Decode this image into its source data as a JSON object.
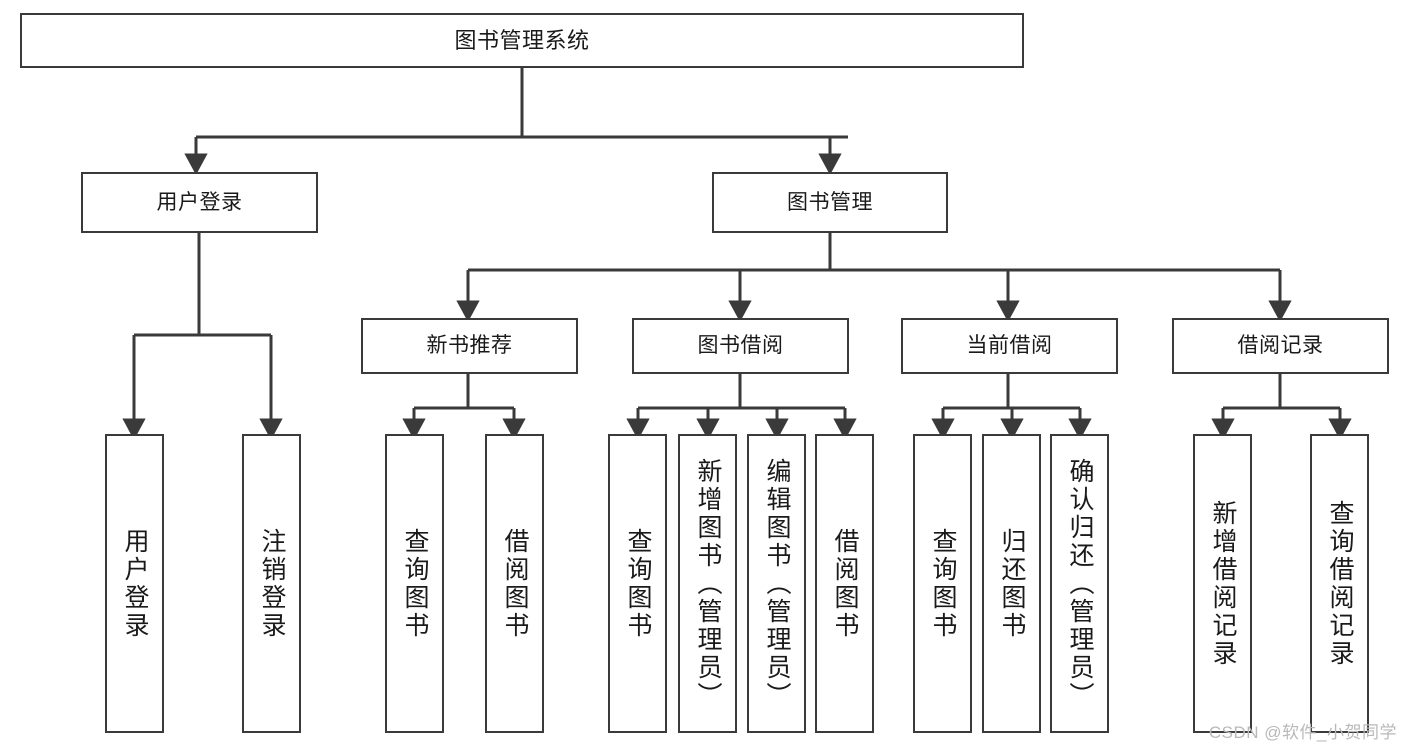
{
  "diagram": {
    "title": "图书管理系统",
    "watermark": "CSDN @软件_小贺同学",
    "colors": {
      "stroke": "#3a3a3a",
      "fill": "#ffffff",
      "text": "#1a1a1a",
      "watermark": "#b9b9b9"
    },
    "nodes": {
      "root": {
        "label": "图书管理系统"
      },
      "level1": [
        {
          "id": "user-login",
          "label": "用户登录"
        },
        {
          "id": "book-manage",
          "label": "图书管理"
        }
      ],
      "level2": [
        {
          "id": "new-book-recommend",
          "label": "新书推荐"
        },
        {
          "id": "book-borrow",
          "label": "图书借阅"
        },
        {
          "id": "current-borrow",
          "label": "当前借阅"
        },
        {
          "id": "borrow-record",
          "label": "借阅记录"
        }
      ],
      "leaves": {
        "user-login": [
          {
            "id": "leaf-user-login",
            "label": "用户登录"
          },
          {
            "id": "leaf-logout-login",
            "label": "注销登录"
          }
        ],
        "new-book-recommend": [
          {
            "id": "leaf-query-book-1",
            "label": "查询图书"
          },
          {
            "id": "leaf-borrow-book-1",
            "label": "借阅图书"
          }
        ],
        "book-borrow": [
          {
            "id": "leaf-query-book-2",
            "label": "查询图书"
          },
          {
            "id": "leaf-add-book",
            "label": "新增图书（管理员）"
          },
          {
            "id": "leaf-edit-book",
            "label": "编辑图书（管理员）"
          },
          {
            "id": "leaf-borrow-book-2",
            "label": "借阅图书"
          }
        ],
        "current-borrow": [
          {
            "id": "leaf-query-book-3",
            "label": "查询图书"
          },
          {
            "id": "leaf-return-book",
            "label": "归还图书"
          },
          {
            "id": "leaf-confirm-return",
            "label": "确认归还（管理员）"
          }
        ],
        "borrow-record": [
          {
            "id": "leaf-add-record",
            "label": "新增借阅记录"
          },
          {
            "id": "leaf-query-record",
            "label": "查询借阅记录"
          }
        ]
      }
    }
  }
}
